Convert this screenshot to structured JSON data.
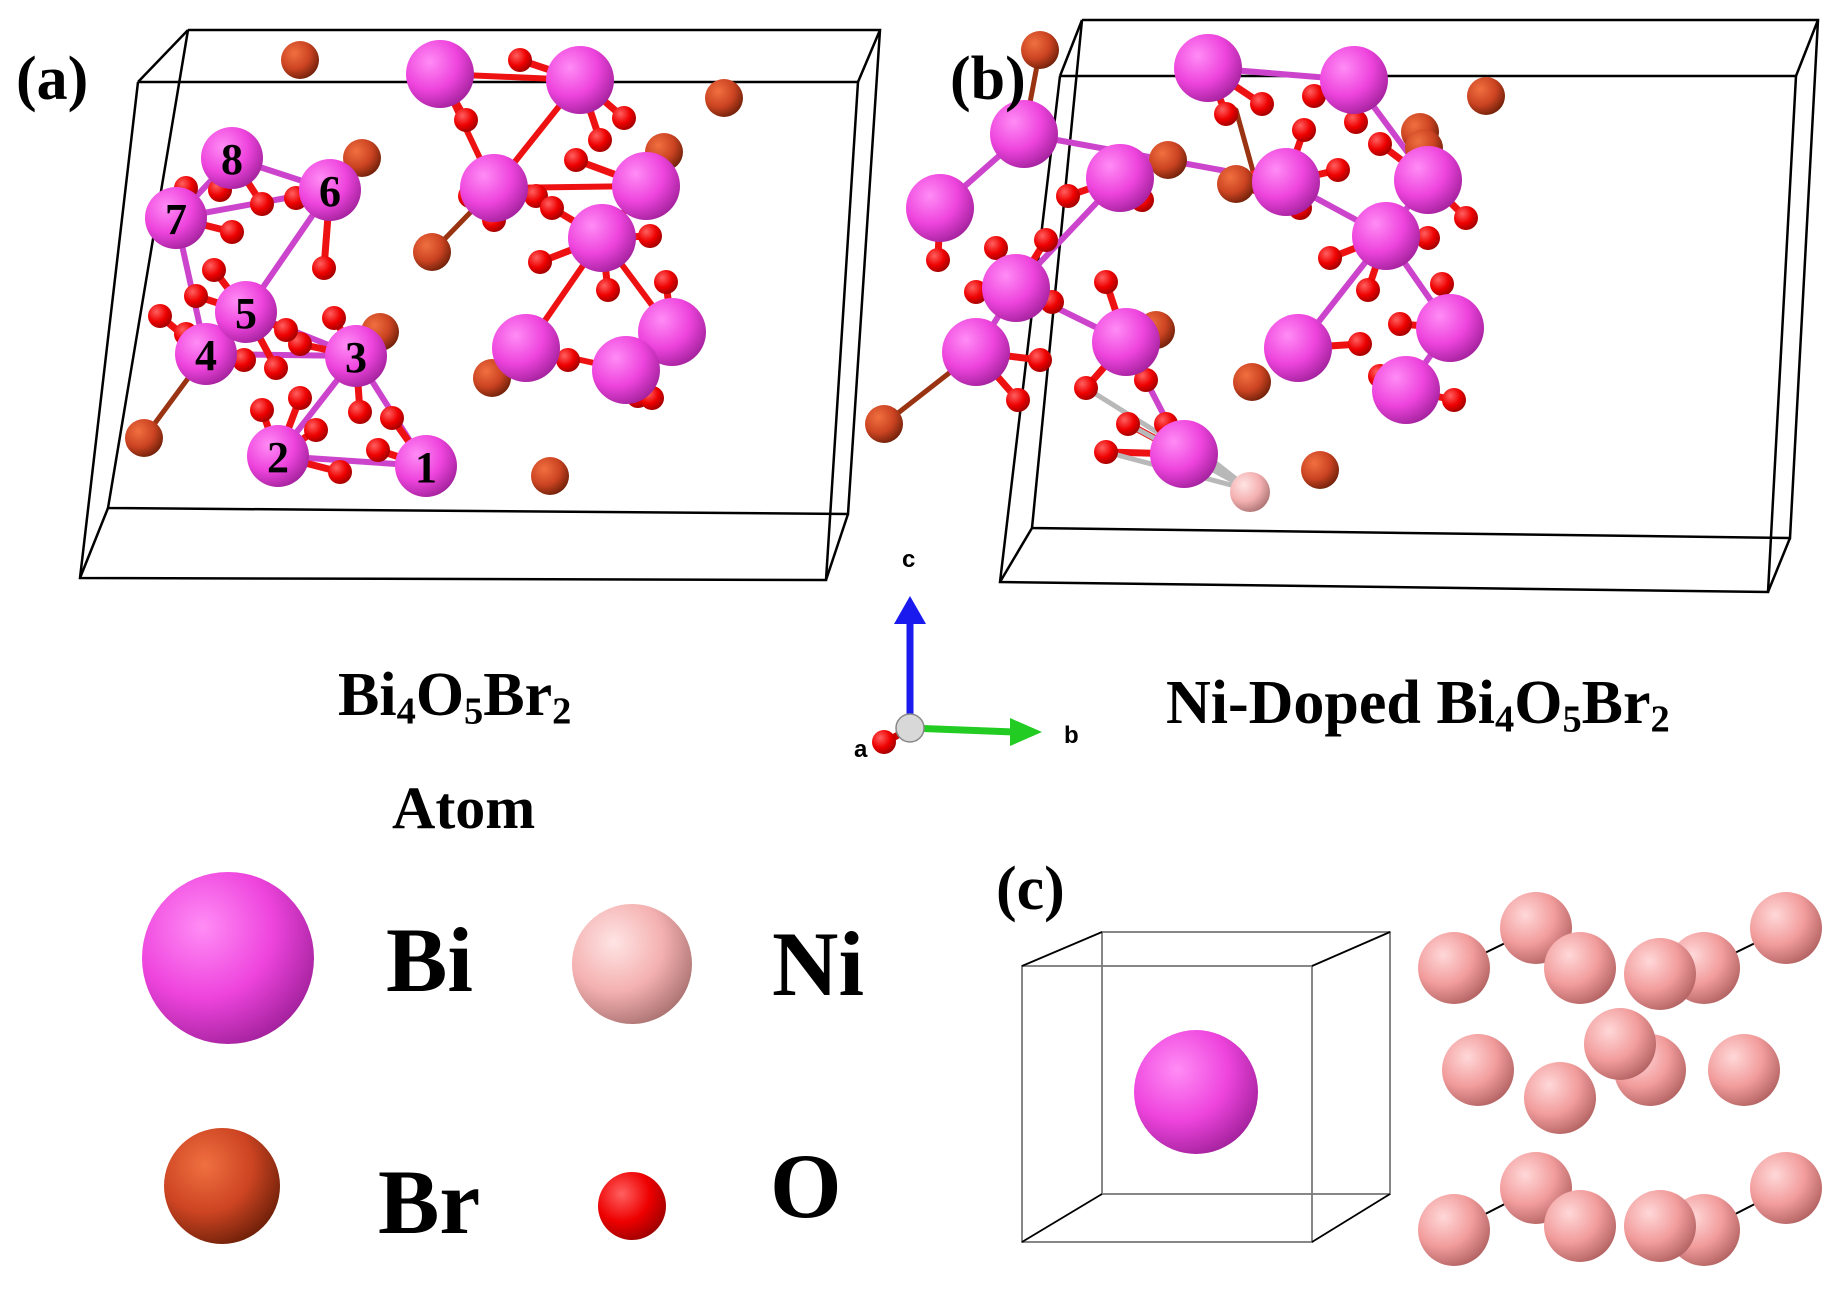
{
  "panels": {
    "a": {
      "label": "(a)",
      "title": "Bi4O5Br2",
      "formula": {
        "parts": [
          "Bi",
          "4",
          "O",
          "5",
          "Br",
          "2"
        ]
      },
      "atom_numbers": [
        "1",
        "2",
        "3",
        "4",
        "5",
        "6",
        "7",
        "8"
      ]
    },
    "b": {
      "label": "(b)",
      "title": "Ni-Doped Bi4O5Br2",
      "formula": {
        "parts": [
          "Ni-Doped Bi",
          "4",
          "O",
          "5",
          "Br",
          "2"
        ]
      }
    },
    "c": {
      "label": "(c)"
    }
  },
  "axes": {
    "c": "c",
    "a": "a",
    "b": "b"
  },
  "legend": {
    "title": "Atom",
    "items": [
      {
        "symbol": "Bi",
        "color": "#ee44dd",
        "size": "large"
      },
      {
        "symbol": "Ni",
        "color": "#f8b8b8",
        "size": "medium"
      },
      {
        "symbol": "Br",
        "color": "#cc4422",
        "size": "medium"
      },
      {
        "symbol": "O",
        "color": "#ee0000",
        "size": "small"
      }
    ]
  },
  "colors": {
    "Bi": "#ee44dd",
    "Ni": "#f8b8b8",
    "Br": "#cc4422",
    "O": "#ee0000",
    "bond_bi": "#cc44cc",
    "bond_o": "#ee1111",
    "bond_br": "#993311",
    "axis_c": "#1a1aee",
    "axis_b": "#22cc22",
    "axis_a": "#cc0000"
  }
}
